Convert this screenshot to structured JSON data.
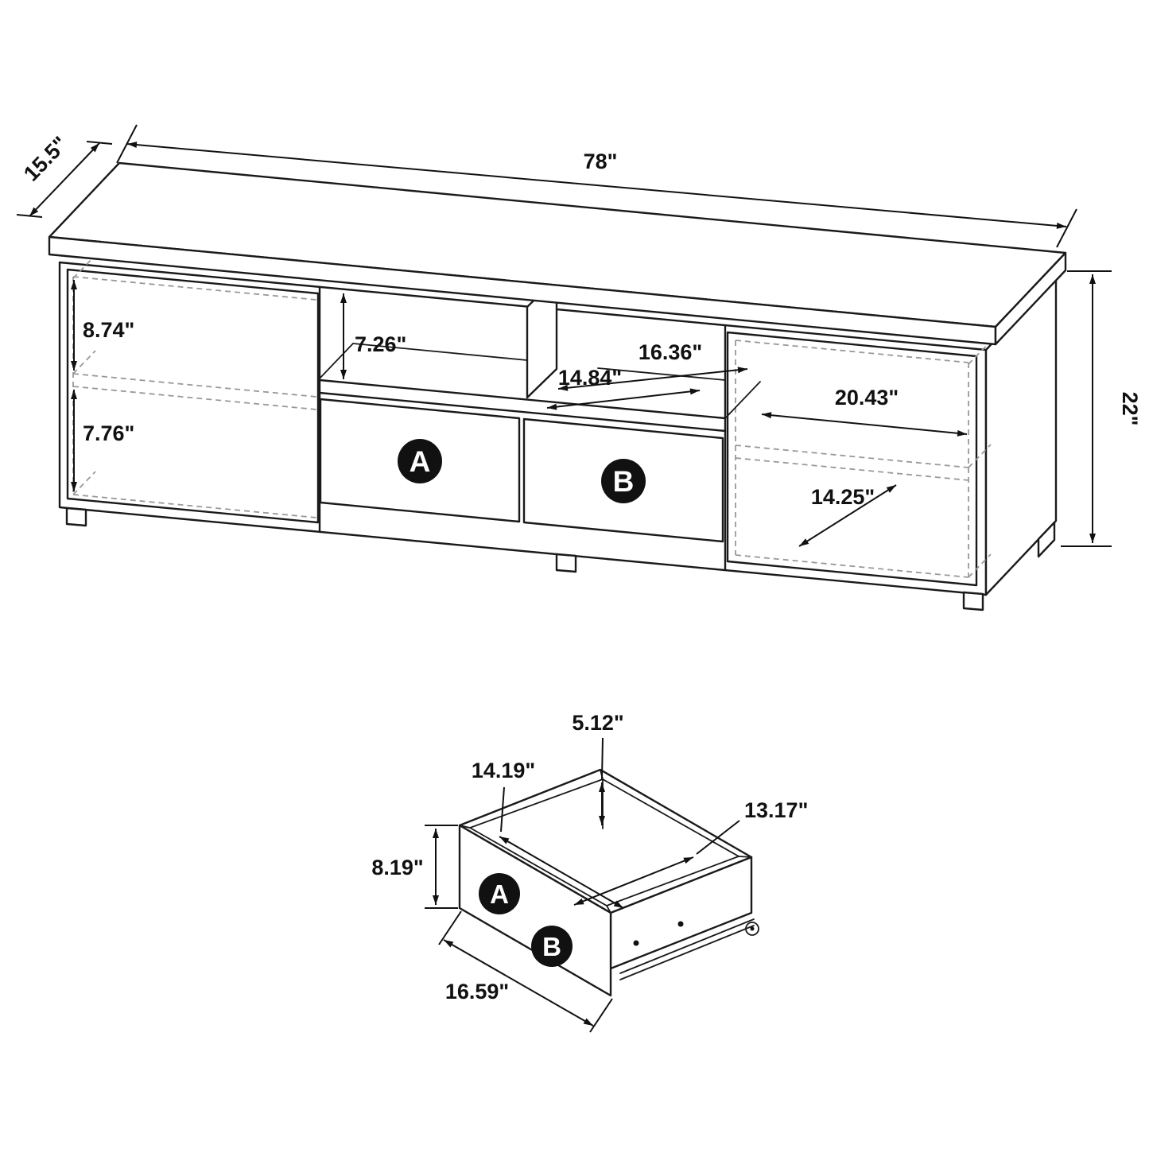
{
  "console": {
    "width": "78\"",
    "depth": "15.5\"",
    "height": "22\"",
    "left_cabinet_upper": "8.74\"",
    "left_cabinet_lower": "7.76\"",
    "cubby_height": "7.26\"",
    "cubby_width_front": "14.84\"",
    "cubby_width_back": "16.36\"",
    "right_cabinet_width": "20.43\"",
    "right_cabinet_depth": "14.25\"",
    "drawer_a_label": "A",
    "drawer_b_label": "B"
  },
  "drawer": {
    "interior_height": "5.12\"",
    "interior_width": "14.19\"",
    "interior_depth": "13.17\"",
    "front_height": "8.19\"",
    "front_width": "16.59\"",
    "drawer_a_label": "A",
    "drawer_b_label": "B"
  },
  "colors": {
    "line": "#1a1a1a",
    "hidden_line": "#999999",
    "dimension": "#111111",
    "badge_fill": "#111111",
    "badge_text": "#ffffff",
    "background": "#ffffff"
  }
}
